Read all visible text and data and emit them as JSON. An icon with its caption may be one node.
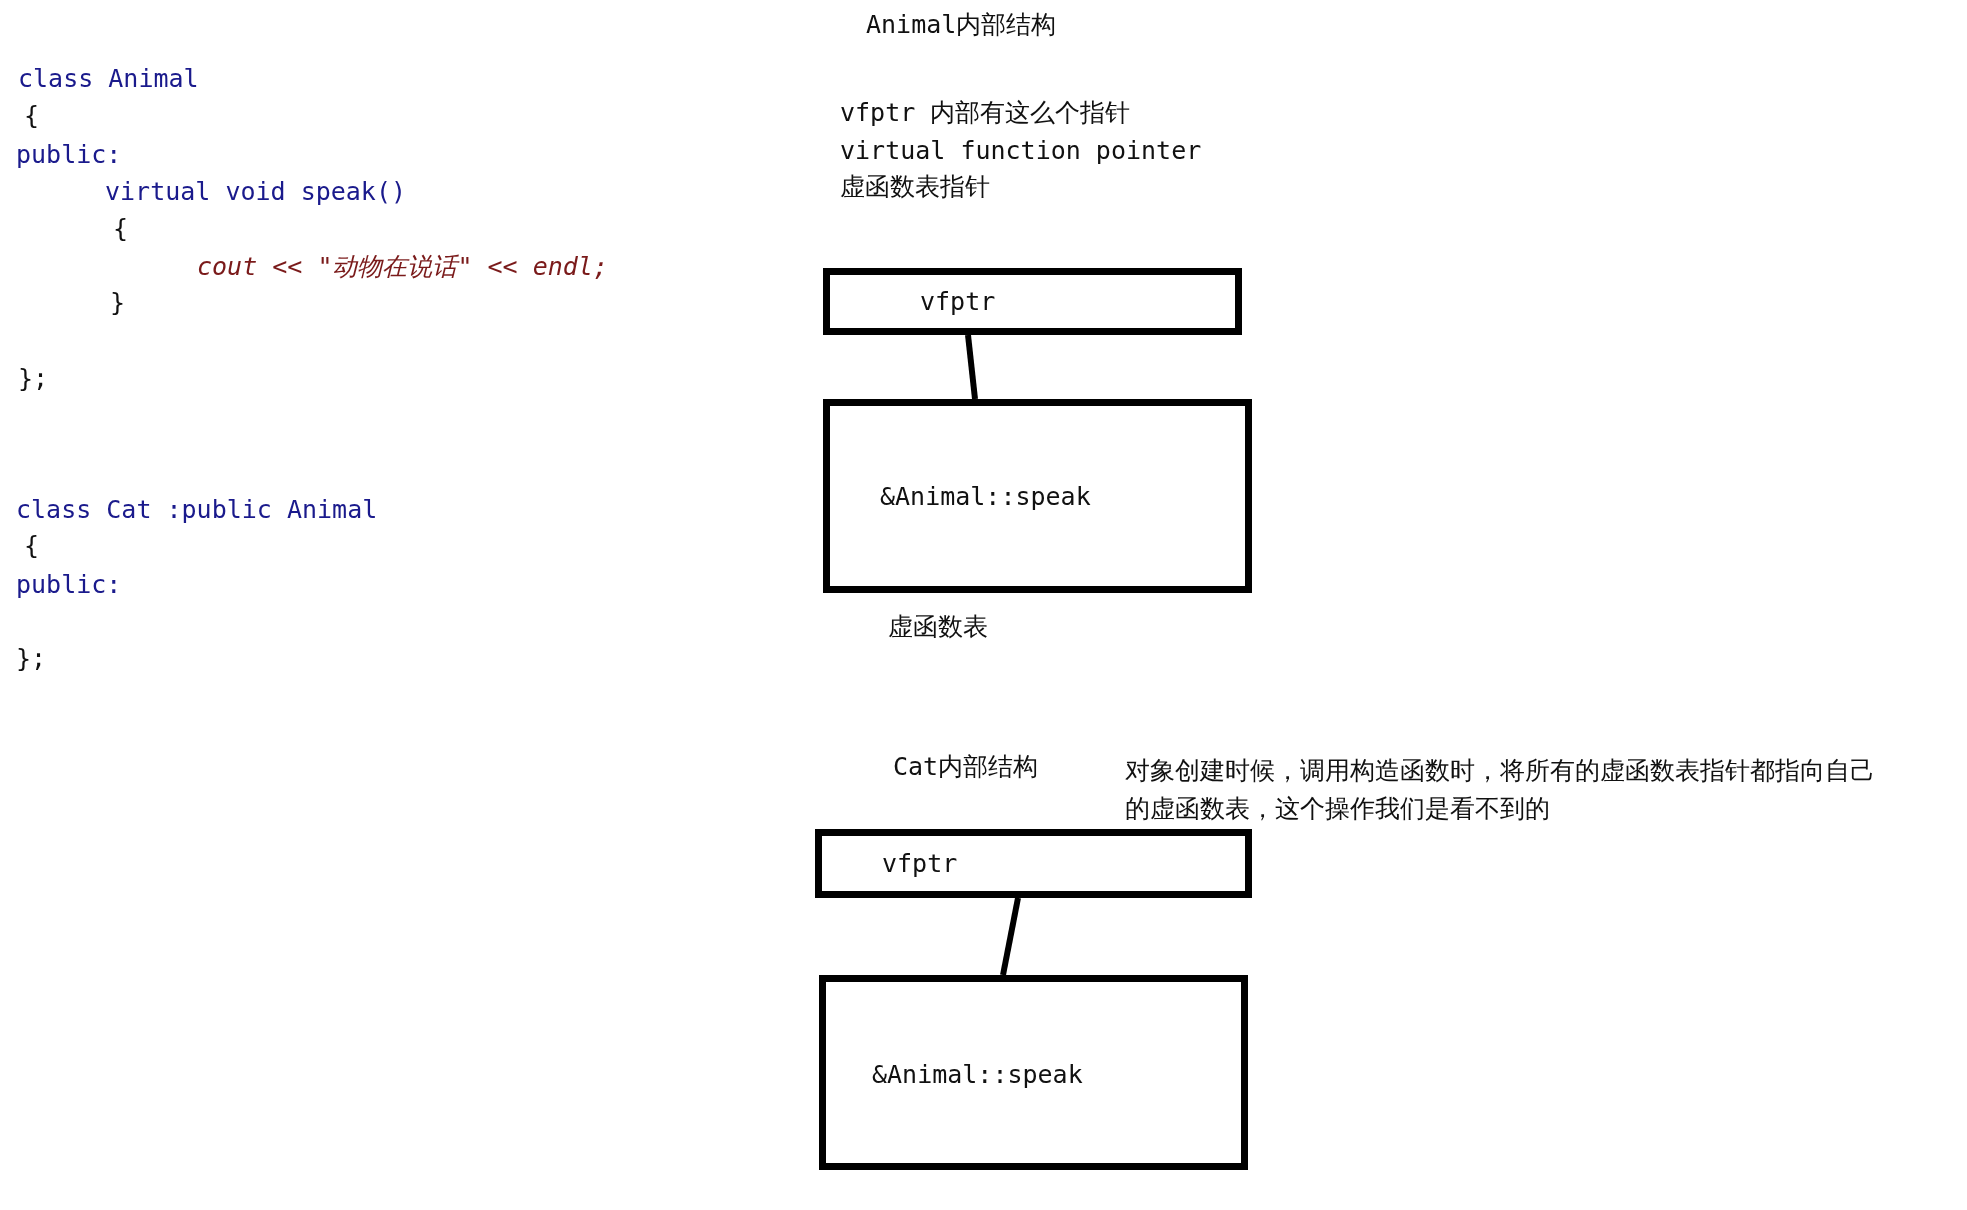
{
  "diagram": {
    "nodes": [
      {
        "text": [
          "vfptr"
        ]
      },
      {
        "text": [
          "&Animal::speak"
        ],
        "beside": [
          "虚函数表"
        ]
      },
      {
        "text": [
          "vfptr"
        ]
      },
      {
        "text": [
          "&Animal::speak"
        ]
      }
    ],
    "edges": [
      {
        "from": 0,
        "to": 1,
        "arrow": "none"
      },
      {
        "from": 2,
        "to": 3,
        "arrow": "none"
      }
    ],
    "labels": [
      "class Animal",
      "{",
      "public:",
      "virtual void speak()",
      "{",
      "cout << \"动物在说话\" << endl;",
      "}",
      "};",
      "class Cat :public Animal",
      "{",
      "public:",
      "};",
      "Animal内部结构",
      "vfptr 内部有这么个指针",
      "virtual function pointer",
      "虚函数表指针",
      "Cat内部结构",
      "对象创建时候，调用构造函数时，将所有的虚函数表指针都指向自己的虚函数表，这个操作我们是看不到的"
    ]
  }
}
